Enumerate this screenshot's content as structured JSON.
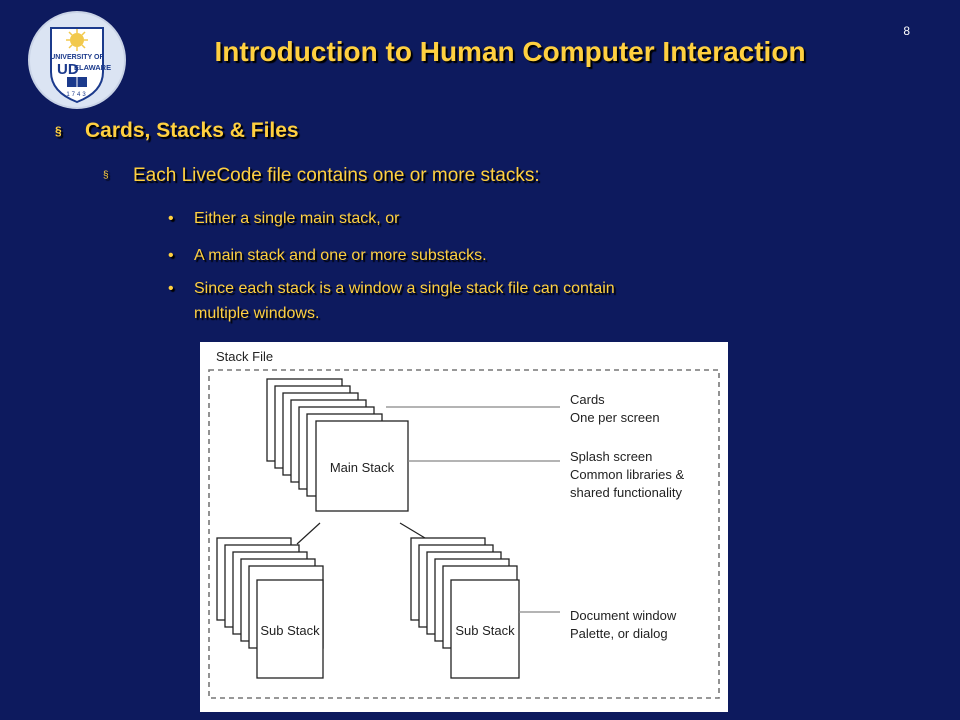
{
  "slide": {
    "number": "8",
    "title": "Introduction to Human Computer Interaction"
  },
  "logo": {
    "text_top": "UNIVERSITY OF",
    "text_main": "ELAWARE",
    "initials": "UD",
    "year": "1743",
    "colors": {
      "blue": "#1b3a8c",
      "gold": "#f2c94c",
      "background": "#dbe4f3"
    }
  },
  "content": {
    "level1": {
      "bullet": "§",
      "text": "Cards, Stacks & Files"
    },
    "level2": {
      "bullet": "§",
      "text": "Each LiveCode file contains one or more stacks:"
    },
    "level3": [
      {
        "bullet": "•",
        "lines": [
          "Either a single main stack, or"
        ]
      },
      {
        "bullet": "•",
        "lines": [
          "A main stack and one or more substacks."
        ]
      },
      {
        "bullet": "•",
        "lines": [
          "Since each stack is a window a single stack file can contain",
          "multiple windows."
        ]
      }
    ]
  },
  "diagram": {
    "title": "Stack File",
    "main_stack_label": "Main Stack",
    "sub_stack_left_label": "Sub Stack",
    "sub_stack_right_label": "Sub Stack",
    "annotations": [
      {
        "lines": [
          "Cards",
          "One per screen"
        ]
      },
      {
        "lines": [
          "Splash screen",
          "Common libraries &",
          "shared functionality"
        ]
      },
      {
        "lines": [
          "Document window",
          "Palette, or dialog"
        ]
      }
    ]
  },
  "colors": {
    "background": "#0d1a5e",
    "title": "#ffd040",
    "text": "#ffd040",
    "slide_number": "#ffffff"
  }
}
